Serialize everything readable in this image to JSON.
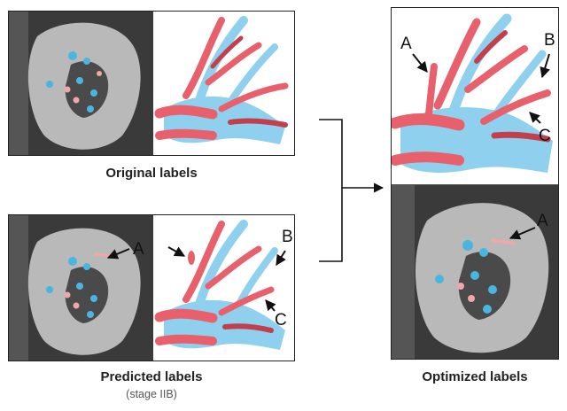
{
  "panels": {
    "original": {
      "caption": "Original labels"
    },
    "predicted": {
      "caption": "Predicted labels",
      "subcaption": "(stage IIB)"
    },
    "optimized": {
      "caption": "Optimized labels"
    }
  },
  "markers": {
    "a": "A",
    "b": "B",
    "c": "C"
  },
  "colors": {
    "artery": "#e8606b",
    "artery_dark": "#c2404d",
    "vein": "#8fd0ee",
    "vein_dark": "#4fb0d8",
    "ct_bg": "#3a3a3a",
    "kidney": "#b9b9b9"
  }
}
